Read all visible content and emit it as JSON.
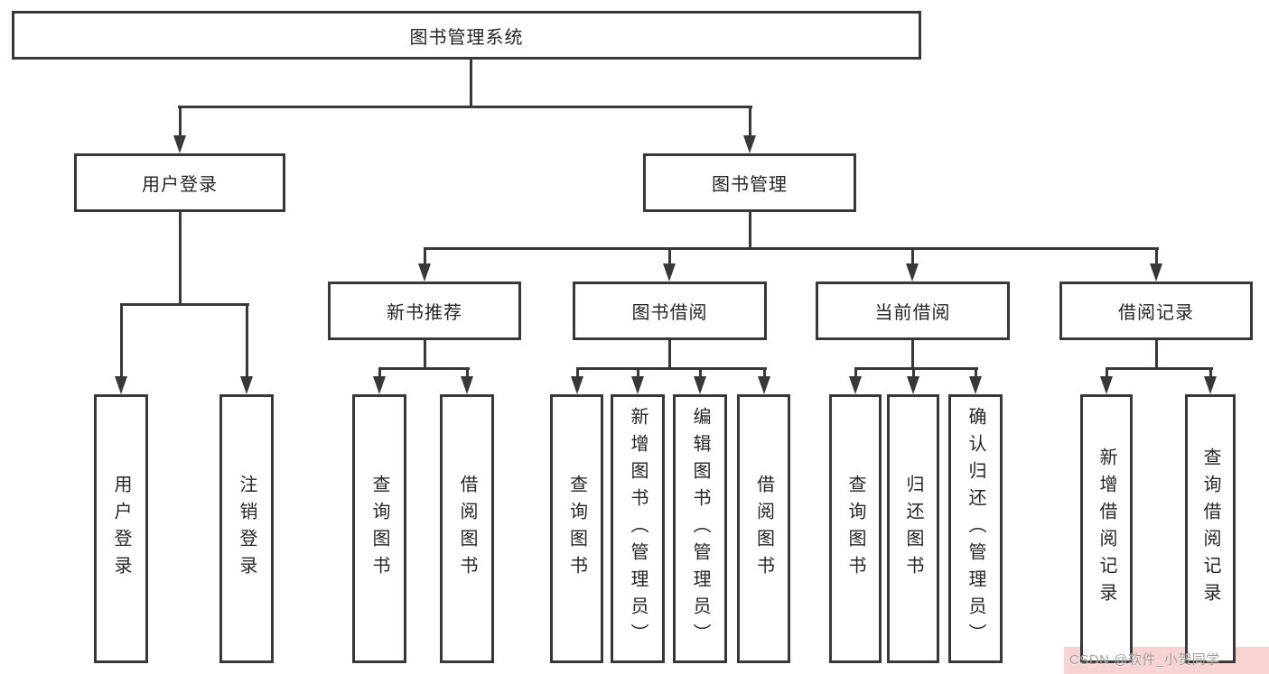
{
  "tree": {
    "label": "图书管理系统",
    "children": [
      {
        "label": "用户登录",
        "children": [
          {
            "label": "用户登录"
          },
          {
            "label": "注销登录"
          }
        ]
      },
      {
        "label": "图书管理",
        "children": [
          {
            "label": "新书推荐",
            "children": [
              {
                "label": "查询图书"
              },
              {
                "label": "借阅图书"
              }
            ]
          },
          {
            "label": "图书借阅",
            "children": [
              {
                "label": "查询图书"
              },
              {
                "label": "新增图书（管理员）"
              },
              {
                "label": "编辑图书（管理员）"
              },
              {
                "label": "借阅图书"
              }
            ]
          },
          {
            "label": "当前借阅",
            "children": [
              {
                "label": "查询图书"
              },
              {
                "label": "归还图书"
              },
              {
                "label": "确认归还（管理员）"
              }
            ]
          },
          {
            "label": "借阅记录",
            "children": [
              {
                "label": "新增借阅记录"
              },
              {
                "label": "查询借阅记录"
              }
            ]
          }
        ]
      }
    ]
  },
  "watermark": {
    "text": "CSDN @软件_小贺同学"
  },
  "colors": {
    "line": "#383838",
    "box_border": "#383838",
    "text": "#262626",
    "background": "#ffffff",
    "watermark_background": "#f7d4d3",
    "watermark_text": "#9f9f9f"
  }
}
